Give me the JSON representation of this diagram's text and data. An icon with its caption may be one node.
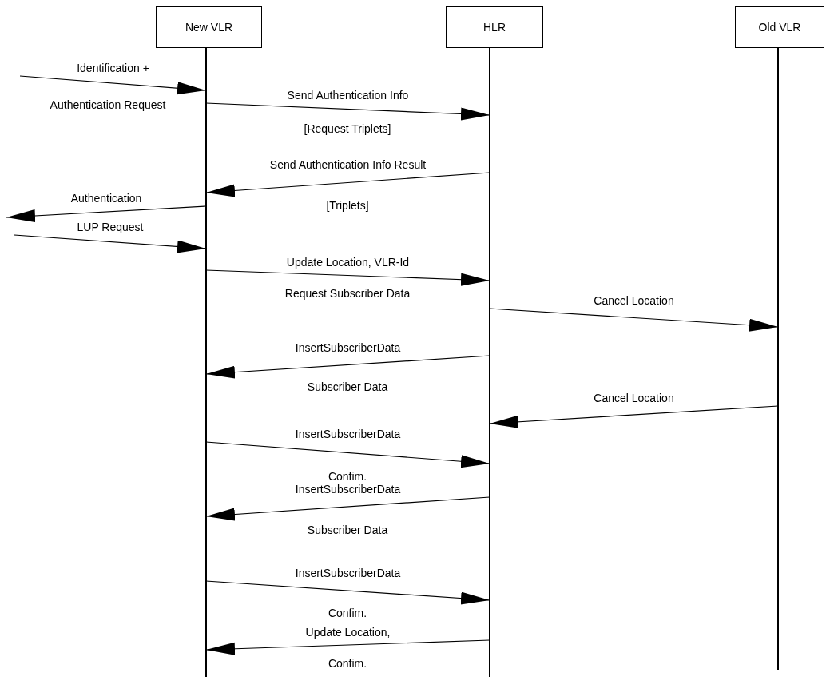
{
  "diagram": {
    "nodes": [
      {
        "text": [
          "New VLR"
        ]
      },
      {
        "text": [
          "HLR"
        ]
      },
      {
        "text": [
          "Old VLR"
        ]
      }
    ],
    "edges": [
      {
        "from": null,
        "to": 0,
        "arrow": "to",
        "label": "Identification +"
      },
      {
        "from": 0,
        "to": 1,
        "arrow": "to",
        "label": "Send Authentication Info"
      },
      {
        "from": 1,
        "to": 0,
        "arrow": "to",
        "label": "Send Authentication Info Result"
      },
      {
        "from": 0,
        "to": null,
        "arrow": "to",
        "label": "Authentication"
      },
      {
        "from": null,
        "to": 0,
        "arrow": "to",
        "label": "LUP Request"
      },
      {
        "from": 0,
        "to": 1,
        "arrow": "to",
        "label": "Update Location, VLR-Id"
      },
      {
        "from": 1,
        "to": 2,
        "arrow": "to",
        "label": "Cancel Location"
      },
      {
        "from": 1,
        "to": 0,
        "arrow": "to",
        "label": "InsertSubscriberData"
      },
      {
        "from": 2,
        "to": 1,
        "arrow": "to",
        "label": "Cancel Location"
      },
      {
        "from": 0,
        "to": 1,
        "arrow": "to",
        "label": "InsertSubscriberData"
      },
      {
        "from": 1,
        "to": 0,
        "arrow": "to",
        "label": "InsertSubscriberData"
      },
      {
        "from": 0,
        "to": 1,
        "arrow": "to",
        "label": "InsertSubscriberData"
      },
      {
        "from": 1,
        "to": 0,
        "arrow": "to",
        "label": "Update Location,"
      }
    ],
    "labels": [
      "Authentication Request",
      "[Request Triplets]",
      "[Triplets]",
      "Request Subscriber Data",
      "Subscriber Data",
      "Confim.",
      "Subscriber Data",
      "Confim.",
      "Confim."
    ]
  }
}
